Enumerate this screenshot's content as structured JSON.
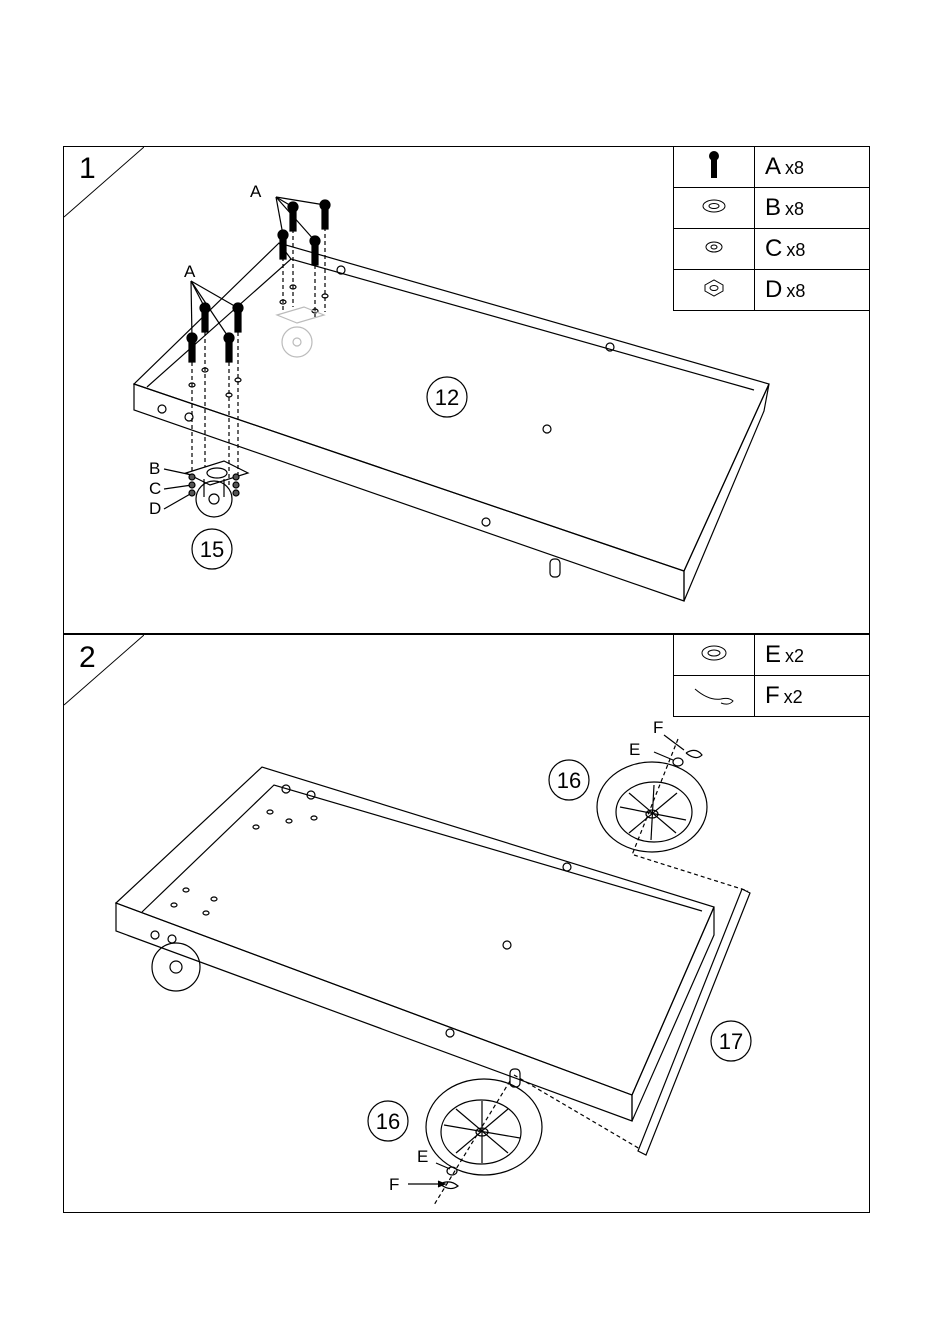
{
  "step1": {
    "number": "1",
    "parts": [
      {
        "letter": "A",
        "count": "x8",
        "icon": "screw-icon"
      },
      {
        "letter": "B",
        "count": "x8",
        "icon": "flat-washer-icon"
      },
      {
        "letter": "C",
        "count": "x8",
        "icon": "spring-washer-icon"
      },
      {
        "letter": "D",
        "count": "x8",
        "icon": "hex-nut-icon"
      }
    ],
    "callouts": {
      "a1": "A",
      "a2": "A",
      "b": "B",
      "c": "C",
      "d": "D"
    },
    "part_numbers": {
      "tray": "12",
      "caster": "15"
    }
  },
  "step2": {
    "number": "2",
    "parts": [
      {
        "letter": "E",
        "count": "x2",
        "icon": "washer-icon"
      },
      {
        "letter": "F",
        "count": "x2",
        "icon": "cotter-pin-icon"
      }
    ],
    "callouts": {
      "f_top": "F",
      "e_top": "E",
      "e_bot": "E",
      "f_bot": "F"
    },
    "part_numbers": {
      "wheel_top": "16",
      "wheel_bot": "16",
      "axle": "17"
    }
  }
}
